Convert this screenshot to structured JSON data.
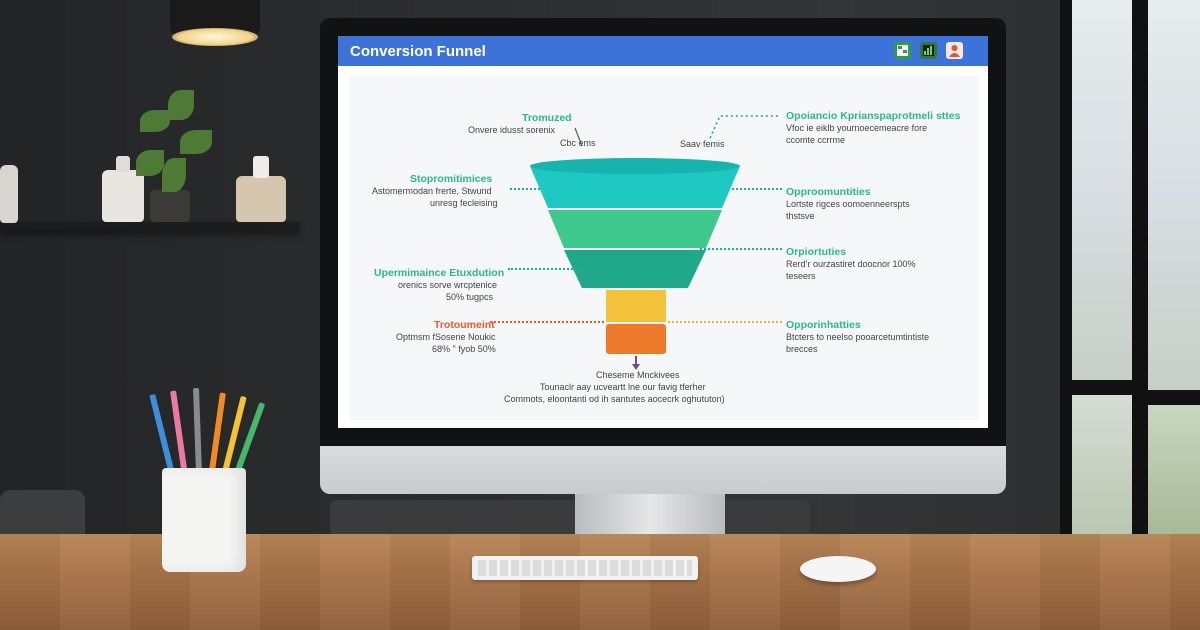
{
  "window": {
    "title": "Conversion Funnel",
    "toolbar_icons": [
      {
        "name": "sheet-icon",
        "color": "#2e9e48"
      },
      {
        "name": "chart-icon",
        "color": "#2c7a3d"
      },
      {
        "name": "person-icon",
        "color": "#e0553a"
      }
    ]
  },
  "colors": {
    "titlebar": "#3d73d8",
    "funnel_top": "#1ec8c2",
    "funnel_2": "#3fc98c",
    "funnel_3": "#1fa88a",
    "funnel_4": "#f3c23a",
    "funnel_5": "#ec7a2a"
  },
  "funnel": {
    "top_left_label": {
      "title": "Tromuzed",
      "sub1": "Onvere idusst sorenix",
      "sub2": "Cbc ems"
    },
    "top_center_label": "Saav femis",
    "left": [
      {
        "title": "Stopromitimices",
        "sub1": "Astomermodan frerte, Stwund",
        "sub2": "unresg fecleising"
      },
      {
        "title": "Upermimaince Etuxdution",
        "sub1": "orenics sorve wrcptenice",
        "sub2": "50% tugpcs"
      },
      {
        "title": "Trotoumeint",
        "sub1": "Optmsm fSosene Noukic",
        "sub2": "68% \" fyob 50%"
      }
    ],
    "right": [
      {
        "title": "Opoiancio Kprianspaprotmeli sttes",
        "sub1": "Vfoc ie eiklb yournoecemeacre fore",
        "sub2": "ccomte ccrrme"
      },
      {
        "title": "Opproomuntities",
        "sub1": "Lortste rigces oomoenneerspts",
        "sub2": "thstsve"
      },
      {
        "title": "Orpiortuties",
        "sub1": "Rerd’r ourzastiret doocnor 100%",
        "sub2": "teseers"
      },
      {
        "title": "Opporinhatties",
        "sub1": "Btcters to neelso pooarcetumtintiste",
        "sub2": "brecces"
      }
    ],
    "bottom": {
      "title": "Cheseme Mnckivees",
      "line1": "Tounaclr aay ucveartt lne our favig tferher",
      "line2": "Commots, eloontanti od ih santutes aocecrk oghututon)"
    }
  }
}
